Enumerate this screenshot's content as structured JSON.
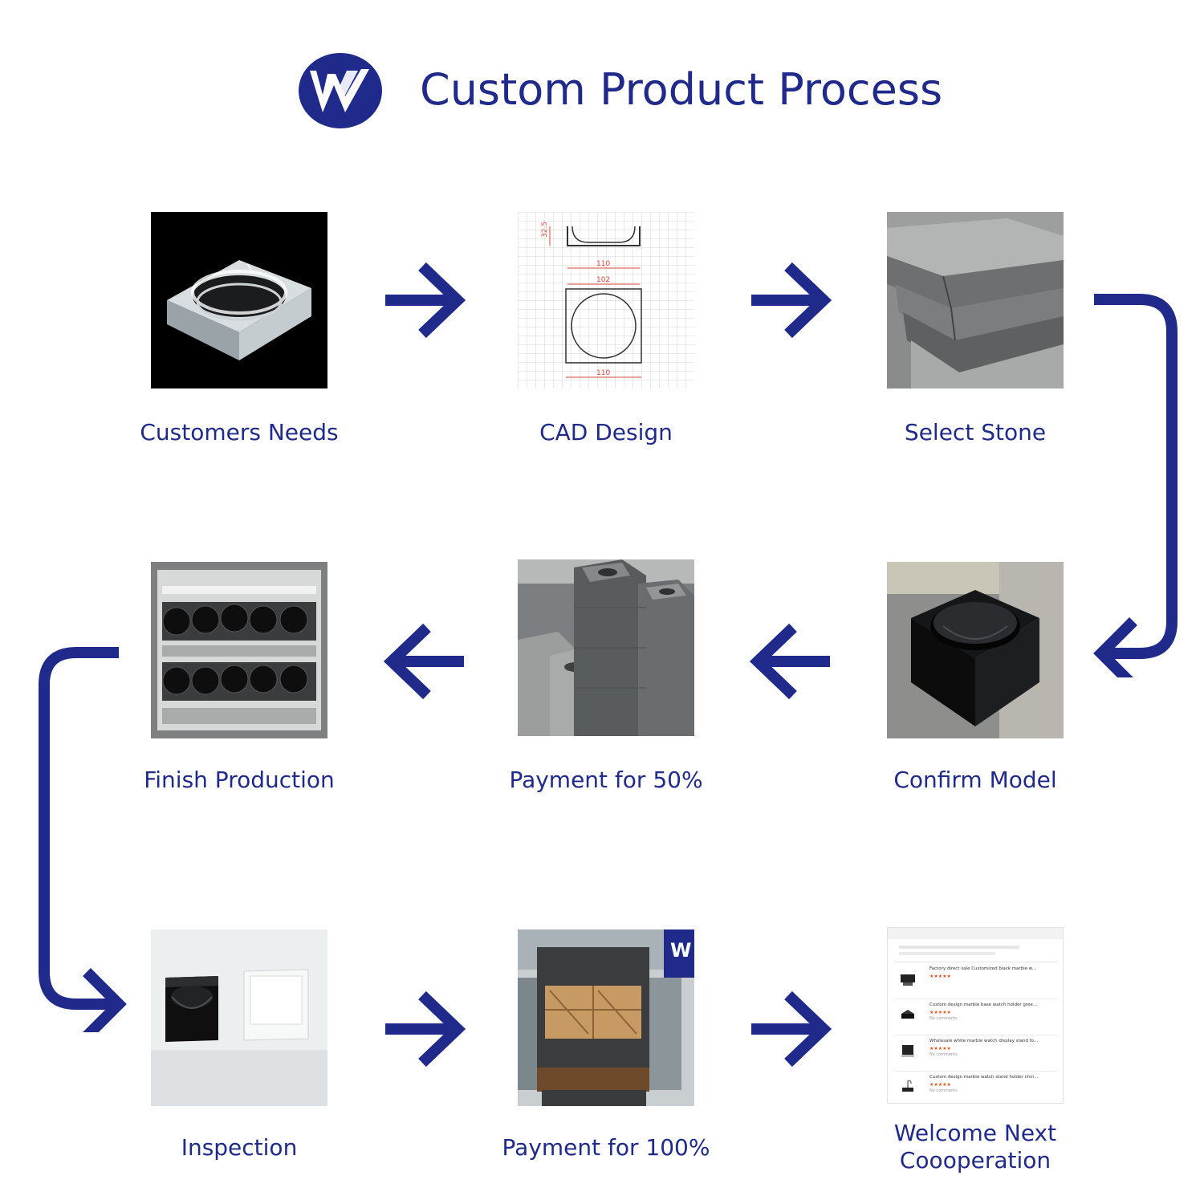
{
  "header": {
    "title": "Custom Product Process"
  },
  "colors": {
    "brand": "#1f2a8a",
    "background": "#ffffff"
  },
  "steps": [
    {
      "label": "Customers Needs"
    },
    {
      "label": "CAD Design"
    },
    {
      "label": "Select Stone"
    },
    {
      "label": "Confirm Model"
    },
    {
      "label": "Payment for 50%"
    },
    {
      "label": "Finish Production"
    },
    {
      "label": "Inspection"
    },
    {
      "label": "Payment for 100%"
    },
    {
      "label": "Welcome Next",
      "label2": "Coooperation"
    }
  ],
  "cad": {
    "dim_a": "32.5",
    "dim_b": "110",
    "dim_c": "102",
    "dim_d": "110"
  },
  "container_brand": "W",
  "listing": {
    "items": [
      {
        "title": "Factory direct sale Customized black marble w...",
        "stars": "★★★★★"
      },
      {
        "title": "Custom design marble base watch holder gree...",
        "stars": "★★★★★",
        "sub": "No comments"
      },
      {
        "title": "Wholesale white marble watch display stand fo...",
        "stars": "★★★★★",
        "sub": "No comments"
      },
      {
        "title": "Custom design marble watch stand holder chin...",
        "stars": "★★★★★",
        "sub": "No comments"
      }
    ]
  }
}
